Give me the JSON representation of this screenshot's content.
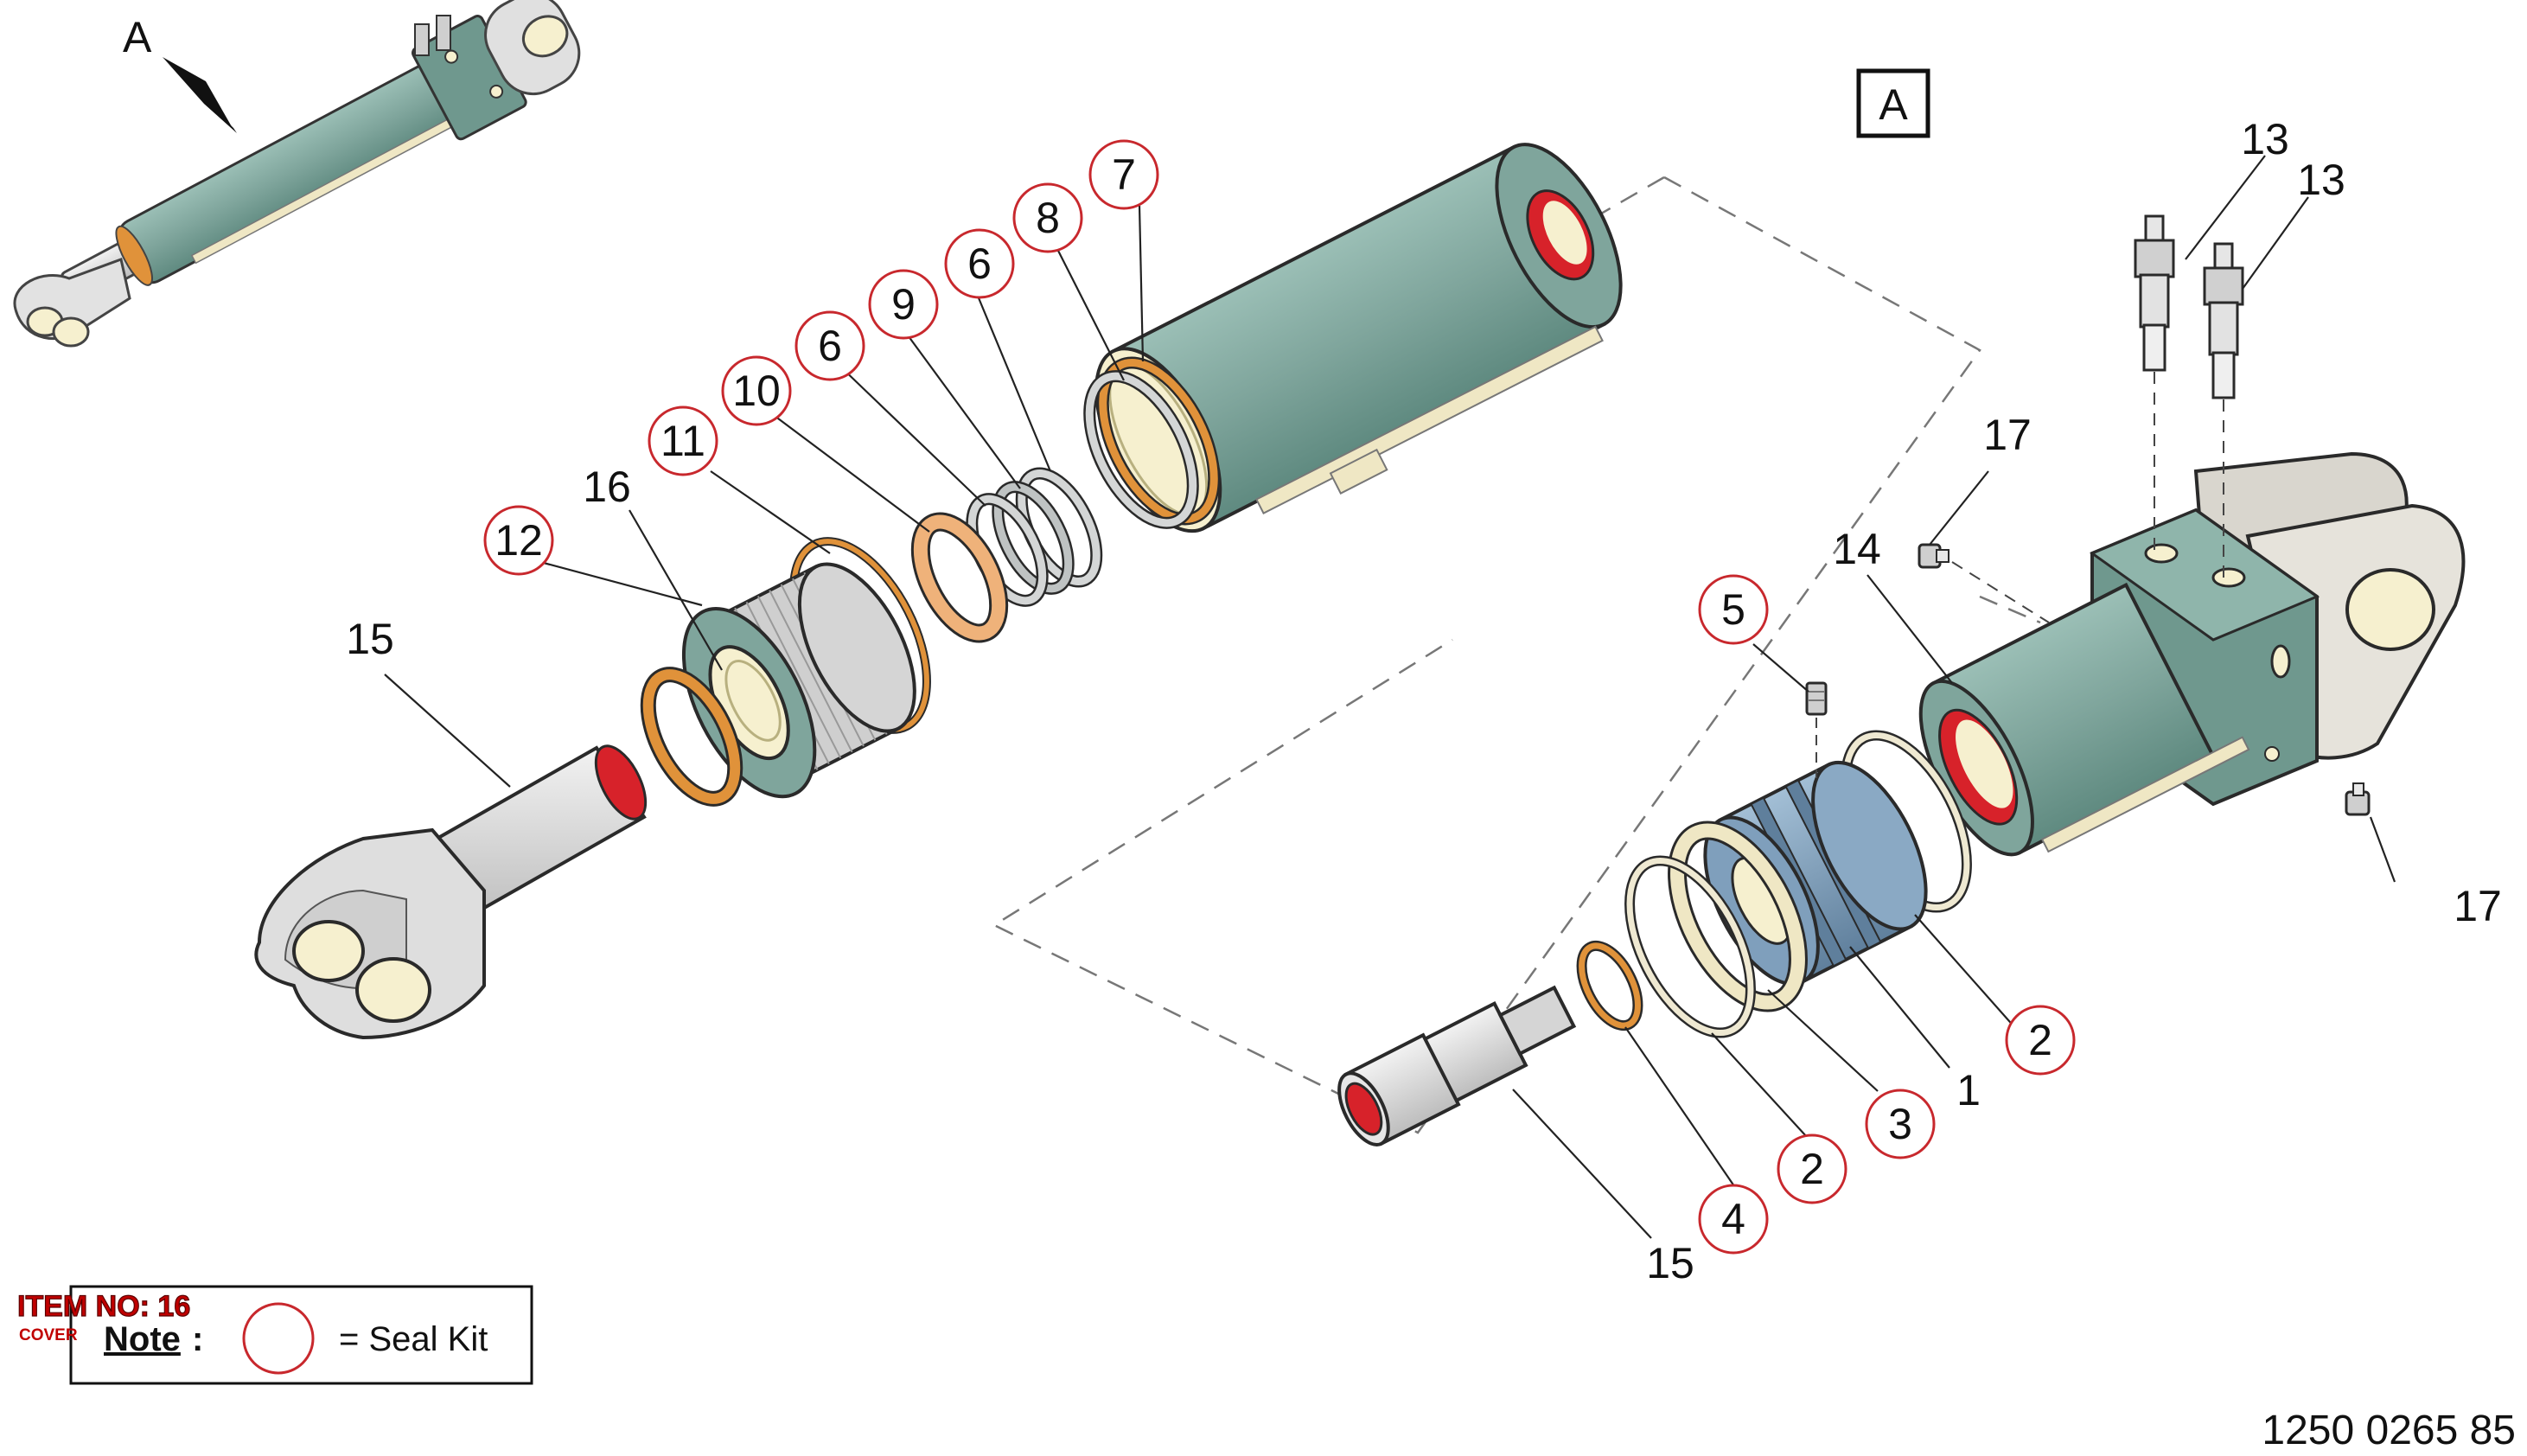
{
  "diagram": {
    "view_label": "A",
    "view_box_label": "A",
    "part_number": "1250 0265 85",
    "item_badge": {
      "line1": "ITEM NO: 16",
      "line2": "COVER"
    },
    "note": {
      "label": "Note",
      "colon": ":",
      "text": "= Seal Kit"
    },
    "callouts": [
      {
        "id": "c7",
        "text": "7",
        "seal_kit": true
      },
      {
        "id": "c8",
        "text": "8",
        "seal_kit": true
      },
      {
        "id": "c6a",
        "text": "6",
        "seal_kit": true
      },
      {
        "id": "c9",
        "text": "9",
        "seal_kit": true
      },
      {
        "id": "c6b",
        "text": "6",
        "seal_kit": true
      },
      {
        "id": "c10",
        "text": "10",
        "seal_kit": true
      },
      {
        "id": "c11",
        "text": "11",
        "seal_kit": true
      },
      {
        "id": "c12",
        "text": "12",
        "seal_kit": true
      },
      {
        "id": "c16",
        "text": "16",
        "seal_kit": false
      },
      {
        "id": "c15a",
        "text": "15",
        "seal_kit": false
      },
      {
        "id": "c13a",
        "text": "13",
        "seal_kit": false
      },
      {
        "id": "c13b",
        "text": "13",
        "seal_kit": false
      },
      {
        "id": "c17a",
        "text": "17",
        "seal_kit": false
      },
      {
        "id": "c14",
        "text": "14",
        "seal_kit": false
      },
      {
        "id": "c5",
        "text": "5",
        "seal_kit": true
      },
      {
        "id": "c17b",
        "text": "17",
        "seal_kit": false
      },
      {
        "id": "c2a",
        "text": "2",
        "seal_kit": true
      },
      {
        "id": "c1",
        "text": "1",
        "seal_kit": false
      },
      {
        "id": "c3",
        "text": "3",
        "seal_kit": true
      },
      {
        "id": "c2b",
        "text": "2",
        "seal_kit": true
      },
      {
        "id": "c4",
        "text": "4",
        "seal_kit": true
      },
      {
        "id": "c15b",
        "text": "15",
        "seal_kit": false
      }
    ],
    "colors": {
      "housing": "#7fa59c",
      "housing_dark": "#5f8a80",
      "cream": "#f6f0cf",
      "red": "#d7222a",
      "orange_ring": "#e0923a",
      "grey_ring": "#c9cccc",
      "rod": "#dcdcdc",
      "clevis": "#d6d6d6",
      "piston_blue": "#7f9fbc",
      "seal_circle": "#c8282d",
      "badge_red": "#c00000"
    }
  }
}
